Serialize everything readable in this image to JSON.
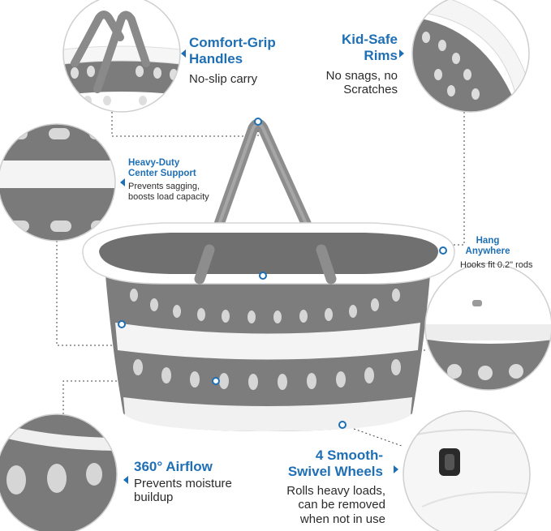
{
  "callouts": {
    "handles": {
      "title_line1": "Comfort-Grip",
      "title_line2": "Handles",
      "desc": "No-slip carry",
      "icon": "handle-detail"
    },
    "rims": {
      "title_line1": "Kid-Safe",
      "title_line2": "Rims",
      "desc_line1": "No snags, no",
      "desc_line2": "Scratches",
      "icon": "rim-detail"
    },
    "support": {
      "title_line1": "Heavy-Duty",
      "title_line2": "Center Support",
      "desc_line1": "Prevents sagging,",
      "desc_line2": "boosts load capacity",
      "icon": "support-detail"
    },
    "hang": {
      "title_line1": "Hang",
      "title_line2": "Anywhere",
      "desc": "Hooks fit 0.2\" rods",
      "icon": "hang-hole-detail"
    },
    "airflow": {
      "title": "360° Airflow",
      "desc_line1": "Prevents moisture",
      "desc_line2": "buildup",
      "icon": "vent-holes-detail"
    },
    "wheels": {
      "title_line1": "4 Smooth-",
      "title_line2": "Swivel Wheels",
      "desc_line1": "Rolls heavy loads,",
      "desc_line2": "can be removed",
      "desc_line3": "when not in use",
      "icon": "wheel-detail"
    }
  },
  "product": {
    "subject": "collapsible-laundry-basket",
    "colors": {
      "body": "#7d7d7d",
      "rim": "#ffffff",
      "handle": "#8a8a8a",
      "accent": "#1f6fb5",
      "holes": "#d9d9d9"
    }
  }
}
